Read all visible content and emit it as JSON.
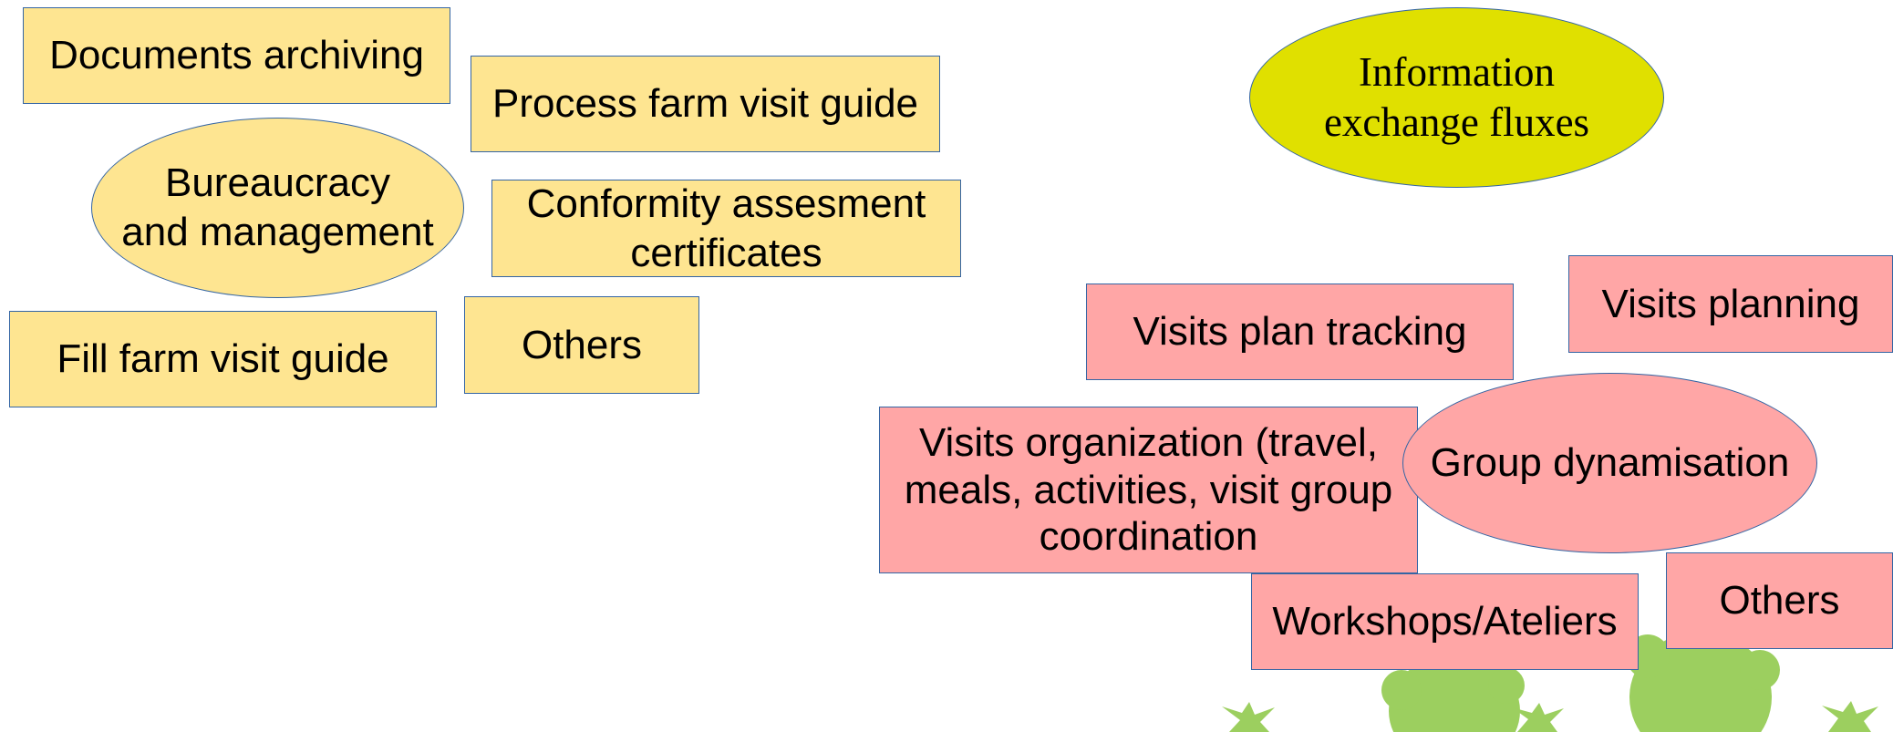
{
  "colors": {
    "management_fill": "#fee591",
    "group_fill": "#ffa6a6",
    "exchange_fill": "#e0e000",
    "border": "#3465a4",
    "decoration": "#9ccf5f"
  },
  "management": {
    "documents_archiving": "Documents archiving",
    "process_farm_visit_guide": "Process farm visit guide",
    "hub": "Bureaucracy\nand management",
    "conformity_certificates": "Conformity assesment\ncertificates",
    "fill_farm_visit_guide": "Fill farm visit guide",
    "others": "Others"
  },
  "exchange": {
    "hub": "Information\nexchange fluxes"
  },
  "group": {
    "visits_plan_tracking": "Visits plan tracking",
    "visits_planning": "Visits planning",
    "visits_organization": "Visits organization (travel,\nmeals, activities, visit group\ncoordination",
    "hub": "Group dynamisation",
    "workshops": "Workshops/Ateliers",
    "others": "Others"
  },
  "decoration": {
    "icon": "green-plant-silhouettes"
  }
}
